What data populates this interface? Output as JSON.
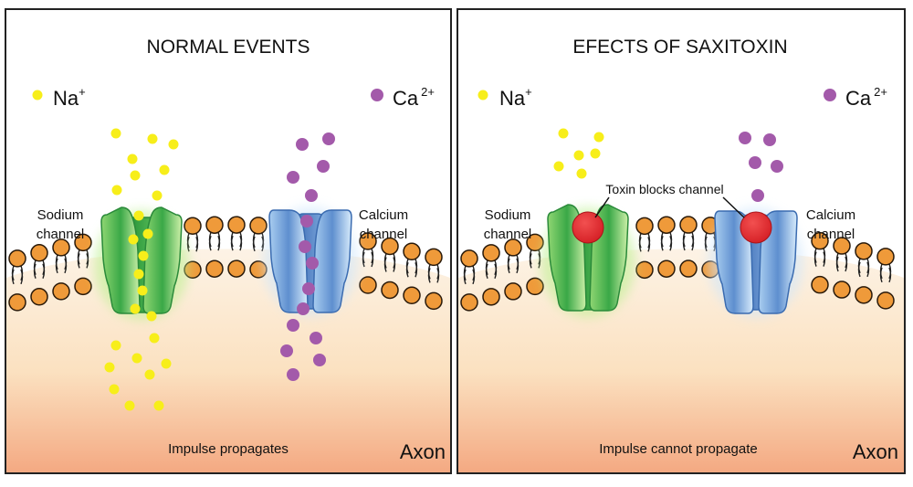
{
  "panels": [
    {
      "title": "NORMAL EVENTS",
      "na_legend": "Na",
      "na_sup": "+",
      "ca_legend": "Ca",
      "ca_sup": "2+",
      "sodium_label": [
        "Sodium",
        "channel"
      ],
      "calcium_label": [
        "Calcium",
        "channel"
      ],
      "bottom_text": "Impulse propagates",
      "axon_label": "Axon"
    },
    {
      "title": "EFECTS OF SAXITOXIN",
      "na_legend": "Na",
      "na_sup": "+",
      "ca_legend": "Ca",
      "ca_sup": "2+",
      "sodium_label": [
        "Sodium",
        "channel"
      ],
      "calcium_label": [
        "Calcium",
        "channel"
      ],
      "toxin_label": "Toxin blocks channel",
      "bottom_text": "Impulse cannot propagate",
      "axon_label": "Axon"
    }
  ],
  "colors": {
    "sodium_ion": "#f7ee1a",
    "calcium_ion": "#a35aaa",
    "lipid_head": "#ef9a3a",
    "sodium_channel": "#3fae49",
    "calcium_channel": "#6d9ed8",
    "toxin": "#e3262b",
    "axon_top": "#fbe7c8",
    "axon_bottom": "#f3a783"
  }
}
